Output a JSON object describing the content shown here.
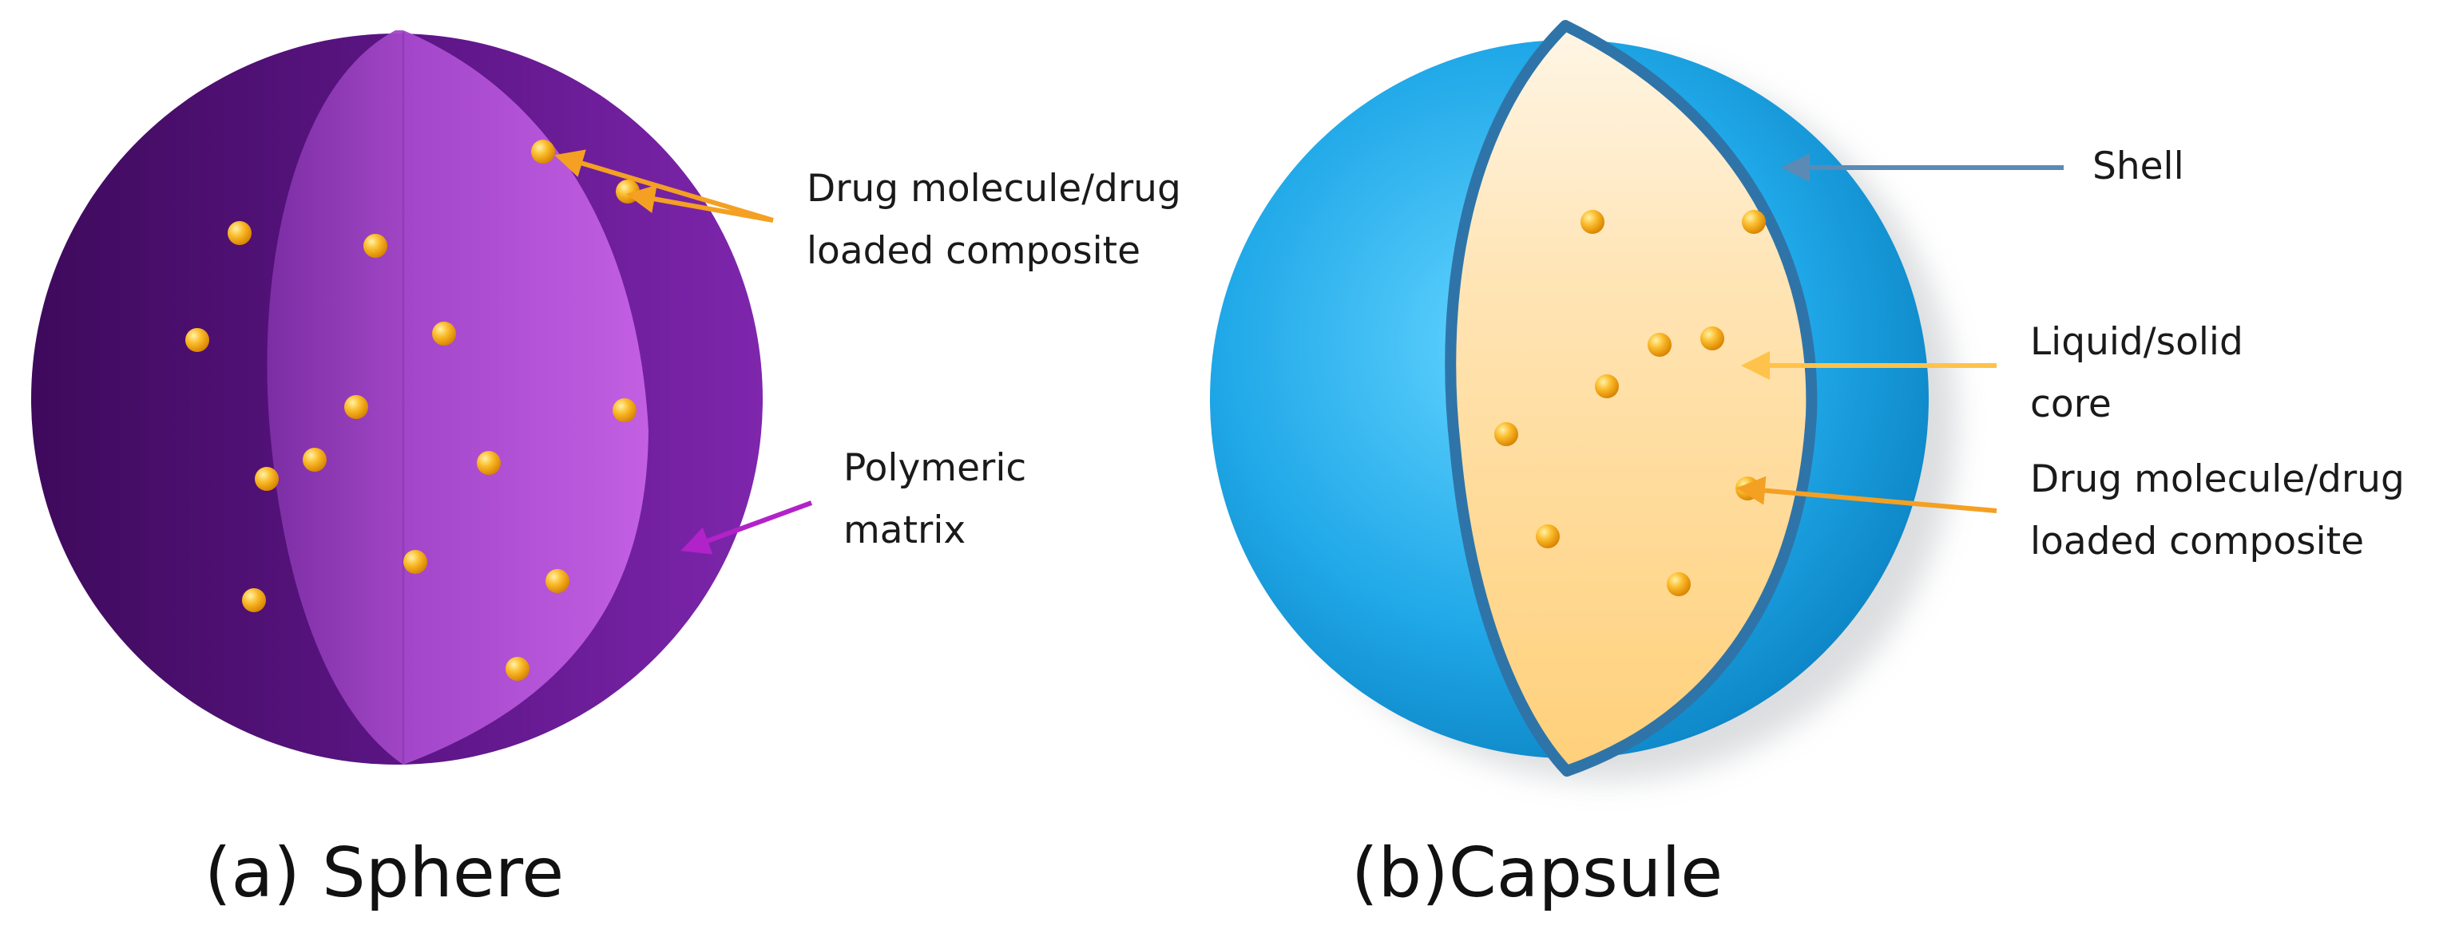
{
  "panels": {
    "sphere": {
      "caption": "(a) Sphere",
      "drug_label_line1": "Drug molecule/drug",
      "drug_label_line2": "loaded composite",
      "matrix_label_line1": "Polymeric",
      "matrix_label_line2": "matrix"
    },
    "capsule": {
      "caption": "(b)Capsule",
      "shell_label": "Shell",
      "core_label_line1": "Liquid/solid",
      "core_label_line2": "core",
      "drug_label_line1": "Drug molecule/drug",
      "drug_label_line2": "loaded composite"
    }
  },
  "colors": {
    "sphere_dark": "#4a0f6e",
    "sphere_mid": "#7a22a8",
    "sphere_cut": "#b455d6",
    "capsule_blue": "#1aa6e6",
    "capsule_shell": "#2f74a8",
    "capsule_core": "#ffd27a",
    "particle": "#f5a623",
    "arrow_orange": "#f4a023",
    "arrow_purple": "#b222c9",
    "arrow_steel": "#5b8ab5",
    "arrow_core": "#ffc24a"
  }
}
